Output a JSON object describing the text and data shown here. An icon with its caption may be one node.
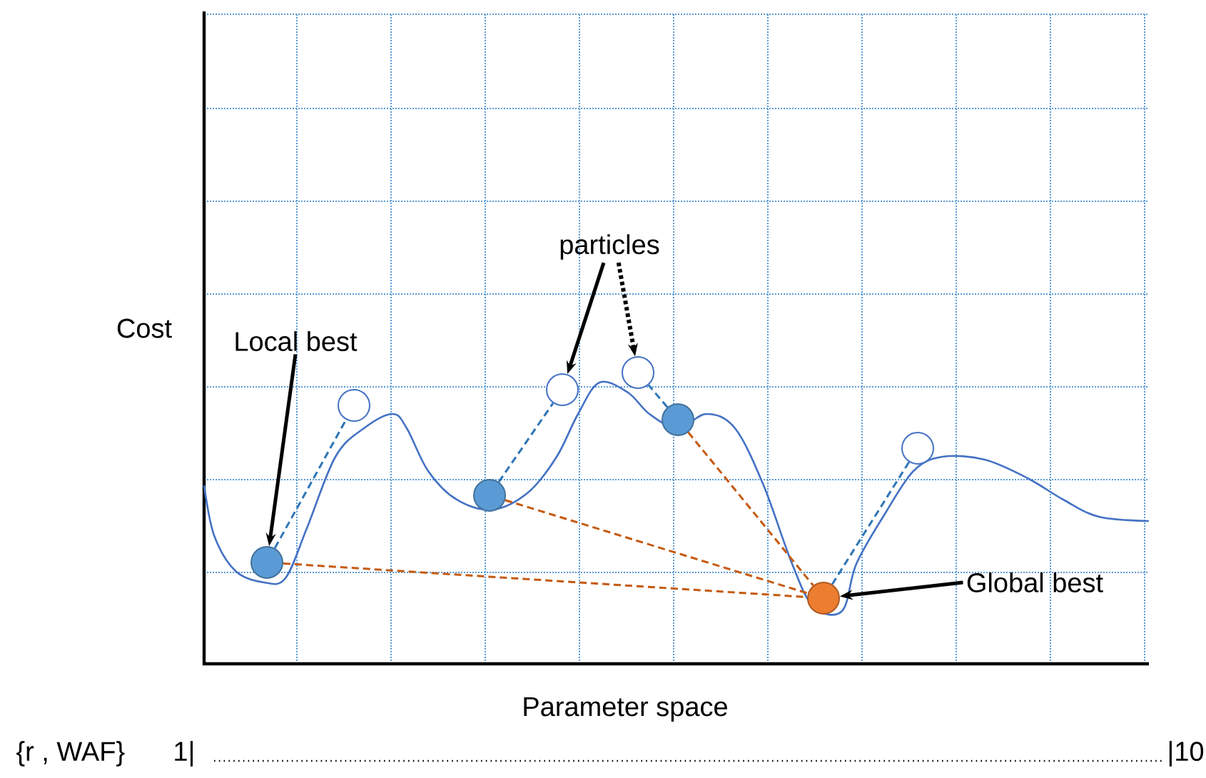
{
  "diagram": {
    "nodes": [
      {
        "text": [
          "Local best"
        ]
      },
      {
        "text": [
          "particles"
        ]
      },
      {
        "text": [
          "Global best"
        ]
      },
      {
        "text": [],
        "shape": "circle"
      },
      {
        "text": [],
        "shape": "circle"
      },
      {
        "text": [],
        "shape": "circle"
      },
      {
        "text": [],
        "shape": "circle"
      },
      {
        "text": [],
        "shape": "circle"
      },
      {
        "text": [],
        "shape": "circle"
      },
      {
        "text": [],
        "shape": "circle"
      },
      {
        "text": [],
        "shape": "circle"
      }
    ],
    "edges": [
      {
        "from": 0,
        "to": 3,
        "arrow": "to"
      },
      {
        "from": 1,
        "to": 6,
        "arrow": "to"
      },
      {
        "from": 1,
        "to": 7,
        "arrow": "to",
        "style": "dashed"
      },
      {
        "from": 2,
        "to": 9,
        "arrow": "to"
      },
      {
        "from": 3,
        "to": 4,
        "arrow": "none",
        "style": "dashed",
        "color": "#2e75b6"
      },
      {
        "from": 5,
        "to": 6,
        "arrow": "none",
        "style": "dashed",
        "color": "#2e75b6"
      },
      {
        "from": 8,
        "to": 7,
        "arrow": "none",
        "style": "dashed",
        "color": "#2e75b6"
      },
      {
        "from": 9,
        "to": 10,
        "arrow": "none",
        "style": "dashed",
        "color": "#2e75b6"
      },
      {
        "from": 3,
        "to": 9,
        "arrow": "none",
        "style": "dashed",
        "color": "#c55a11"
      },
      {
        "from": 5,
        "to": 9,
        "arrow": "none",
        "style": "dashed",
        "color": "#c55a11"
      },
      {
        "from": 8,
        "to": 9,
        "arrow": "none",
        "style": "dashed",
        "color": "#c55a11"
      }
    ],
    "labels": [
      "Cost",
      "Parameter space",
      "{r , WAF}",
      "1|",
      "|10"
    ]
  }
}
